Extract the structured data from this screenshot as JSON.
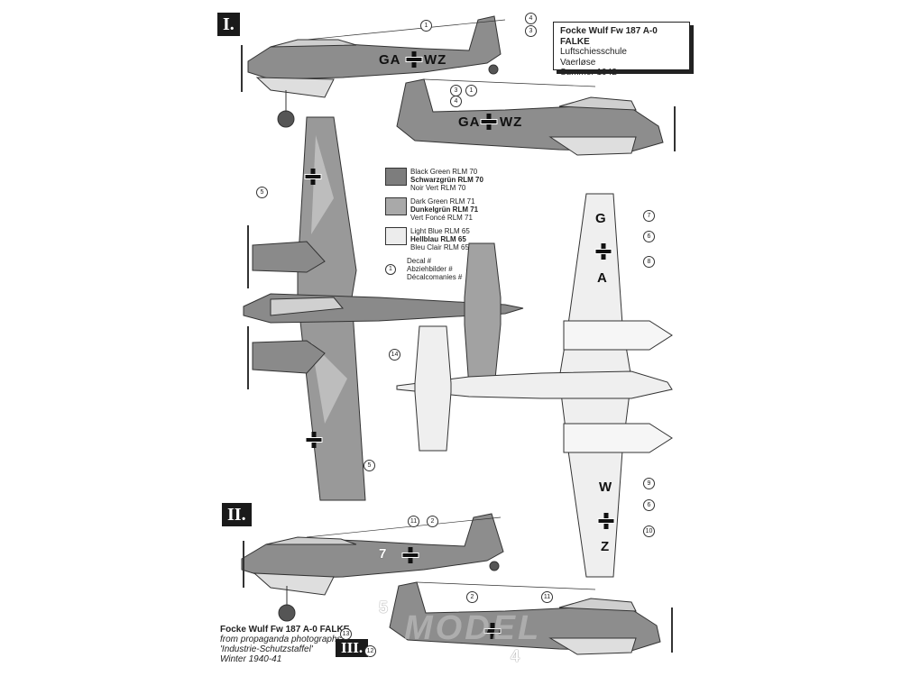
{
  "sections": {
    "one": "I.",
    "two": "II.",
    "three": "III."
  },
  "info_box": {
    "title": "Focke Wulf Fw 187 A-0 FALKE",
    "line1": "Luftschiesschule",
    "line2": "Vaerløse",
    "line3": "Summer 1942"
  },
  "legend": {
    "items": [
      {
        "en": "Black Green RLM 70",
        "de": "Schwarzgrün RLM 70",
        "fr": "Noir Vert RLM 70",
        "color": "#7d7d7d"
      },
      {
        "en": "Dark Green RLM 71",
        "de": "Dunkelgrün RLM 71",
        "fr": "Vert Foncé RLM 71",
        "color": "#a9a9a9"
      },
      {
        "en": "Light Blue RLM 65",
        "de": "Hellblau RLM 65",
        "fr": "Bleu Clair RLM 65",
        "color": "#ececec"
      }
    ],
    "decal_symbol": "1",
    "decal_en": "Decal #",
    "decal_de": "Abziehbilder #",
    "decal_fr": "Décalcomanies #"
  },
  "caption": {
    "title": "Focke Wulf Fw 187 A-0  FALKE",
    "line1": "from propaganda photographs",
    "line2": "'Industrie-Schutzstaffel'",
    "line3": "Winter 1940-41"
  },
  "codes": {
    "side_ga": "GA",
    "side_wz": "WZ",
    "wing_g": "G",
    "wing_a": "A",
    "wing_w": "W",
    "wing_z": "Z",
    "num_7": "7",
    "num_5": "5",
    "num_4": "4"
  },
  "callouts": {
    "c1": "1",
    "c2": "2",
    "c3": "3",
    "c4": "4",
    "c5": "5",
    "c6": "6",
    "c7": "7",
    "c8": "8",
    "c9": "9",
    "c10": "10",
    "c11": "11",
    "c12": "12",
    "c13": "13",
    "c14": "14"
  },
  "watermark": "MODEL",
  "colors": {
    "rlm70": "#7d7d7d",
    "rlm71": "#a9a9a9",
    "rlm65": "#ececec",
    "outline": "#333333"
  }
}
